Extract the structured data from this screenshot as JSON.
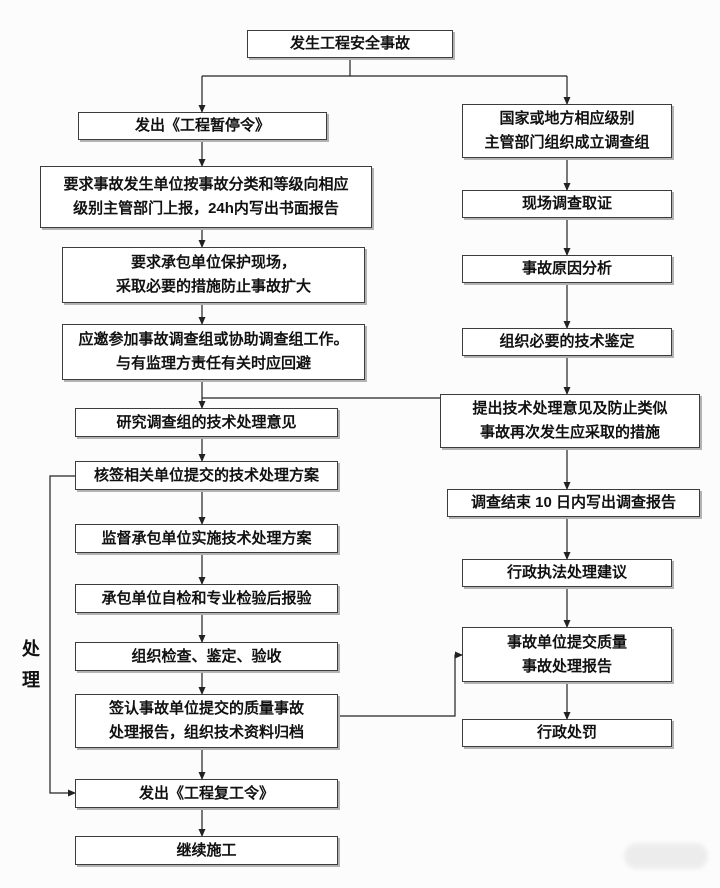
{
  "colors": {
    "background": "#fcfcfc",
    "box_fill": "#ffffff",
    "box_border": "#3c3c3c",
    "box_shadow": "#b3b3b3",
    "line": "#222222",
    "text": "#111111"
  },
  "side_label": "处理",
  "nodes": {
    "top": "发生工程安全事故",
    "L1": "发出《工程暂停令》",
    "L2": "要求事故发生单位按事故分类和等级向相应\n级别主管部门上报，24h内写出书面报告",
    "L3": "要求承包单位保护现场，\n采取必要的措施防止事故扩大",
    "L4": "应邀参加事故调查组或协助调查组工作。\n与有监理方责任有关时应回避",
    "L5": "研究调查组的技术处理意见",
    "L6": "核签相关单位提交的技术处理方案",
    "L7": "监督承包单位实施技术处理方案",
    "L8": "承包单位自检和专业检验后报验",
    "L9": "组织检查、鉴定、验收",
    "L10": "签认事故单位提交的质量事故\n处理报告，组织技术资料归档",
    "L11": "发出《工程复工令》",
    "L12": "继续施工",
    "R1": "国家或地方相应级别\n主管部门组织成立调查组",
    "R2": "现场调查取证",
    "R3": "事故原因分析",
    "R4": "组织必要的技术鉴定",
    "R5": "提出技术处理意见及防止类似\n事故再次发生应采取的措施",
    "R6": "调查结束 10 日内写出调查报告",
    "R7": "行政执法处理建议",
    "R8": "事故单位提交质量\n事故处理报告",
    "R9": "行政处罚"
  }
}
